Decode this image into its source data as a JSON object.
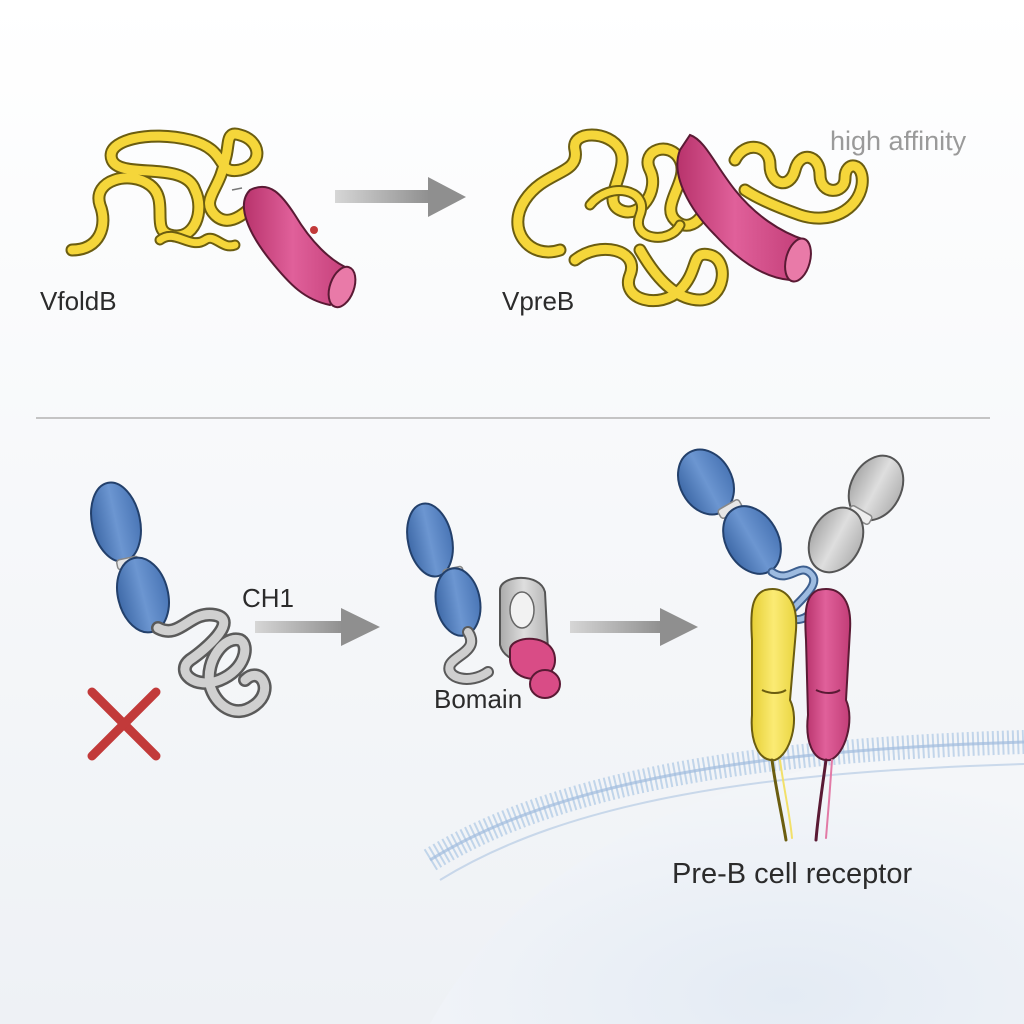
{
  "labels": {
    "vfoldb": "VfoldB",
    "vpreb": "VpreB",
    "high_affinity": "high affinity",
    "ch1": "CH1",
    "domain": "Bomain",
    "pre_b_receptor": "Pre-B cell receptor"
  },
  "colors": {
    "yellow_chain": "#f5d63a",
    "magenta_helix": "#d94c86",
    "blue_domain": "#5b86c4",
    "grey_domain": "#c9c9c9",
    "light_chain_yellow": "#f6e35a",
    "arrow": "#9b9b9b",
    "x_mark": "#c23a3a",
    "membrane": "#a9c4e3"
  }
}
